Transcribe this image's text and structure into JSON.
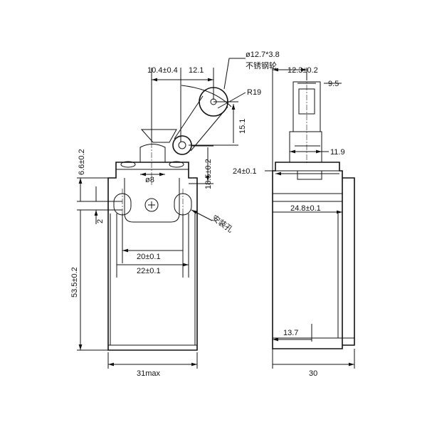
{
  "labels": {
    "roller_spec": "ø12.7*3.8",
    "roller_material": "不锈钢轮",
    "dim_10_4": "10.4±0.4",
    "dim_12_1": "12.1",
    "dim_r19": "R19",
    "dim_15_1": "15.1",
    "dim_18_5": "18.5±0.2",
    "dim_6_6": "6.6±0.2",
    "dim_d8": "ø8",
    "dim_2": "2",
    "mount_hole": "安装孔",
    "dim_20": "20±0.1",
    "dim_22": "22±0.1",
    "dim_53_5": "53.5±0.2",
    "dim_31max": "31max",
    "dim_12_3": "12.3±0.2",
    "dim_9_5": "9.5",
    "dim_11_9": "11.9",
    "dim_24": "24±0.1",
    "dim_24_8": "24.8±0.1",
    "dim_13_7": "13.7",
    "dim_30": "30"
  }
}
